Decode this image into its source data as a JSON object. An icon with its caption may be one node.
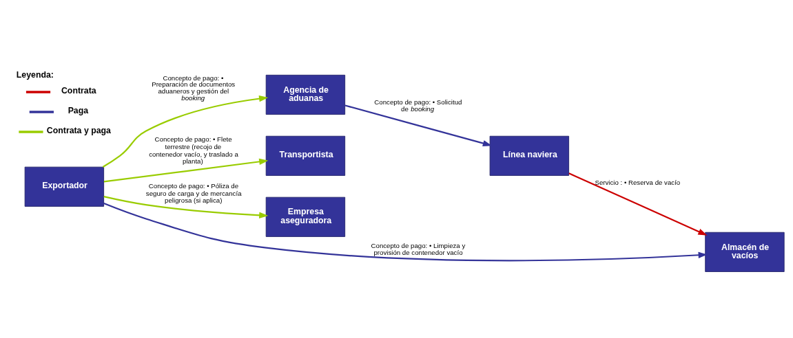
{
  "diagram": {
    "nodes": [
      {
        "text": [
          "Exportador"
        ]
      },
      {
        "text": [
          "Agencia de aduanas"
        ]
      },
      {
        "text": [
          "Transportista"
        ]
      },
      {
        "text": [
          "Empresa aseguradora"
        ]
      },
      {
        "text": [
          "Línea naviera"
        ]
      },
      {
        "text": [
          "Almacén de vacíos"
        ]
      }
    ],
    "edges": [
      {
        "from": 0,
        "to": 1,
        "arrow": "to",
        "label": "Concepto de pago: • Preparación de documentos aduaneros y gestión del *booking*"
      },
      {
        "from": 0,
        "to": 2,
        "arrow": "to",
        "label": "Concepto de pago: • Flete terrestre (recojo de contenedor vacío, y traslado a planta)"
      },
      {
        "from": 0,
        "to": 3,
        "arrow": "to",
        "label": "Concepto de pago: • Póliza de seguro de carga y de mercancía peligrosa (si aplica)"
      },
      {
        "from": 1,
        "to": 4,
        "arrow": "to",
        "label": "Concepto de pago: • Solicitud de *booking*",
        "color": "#333399"
      },
      {
        "from": 4,
        "to": 5,
        "arrow": "to",
        "label": "Servicio : • Reserva de vacío",
        "color": "#cc0000"
      },
      {
        "from": 0,
        "to": 5,
        "arrow": "to",
        "label": "Concepto de pago: • Limpieza y provisión de contenedor vacío",
        "color": "#333399"
      }
    ],
    "labels": [
      "Leyenda:"
    ],
    "legend": [
      {
        "text": "Contrata",
        "color": "#cc0000"
      },
      {
        "text": "Paga",
        "color": "#333399"
      },
      {
        "text": "Contrata y paga",
        "color": "#99cc00"
      }
    ]
  }
}
